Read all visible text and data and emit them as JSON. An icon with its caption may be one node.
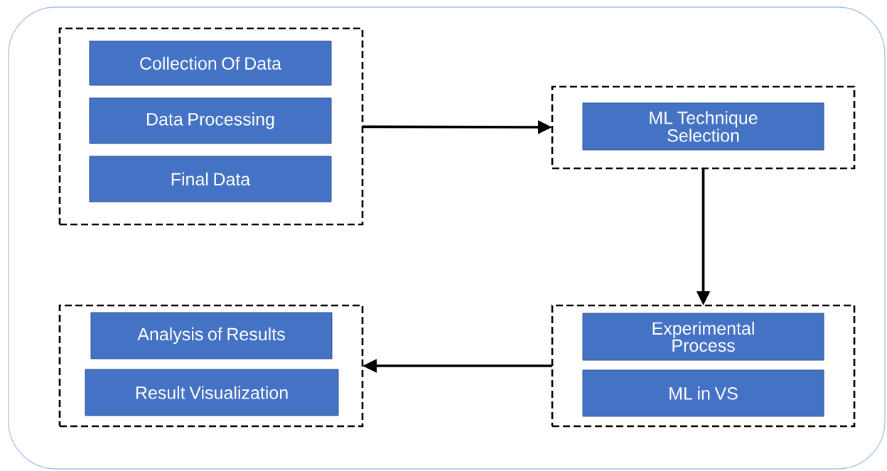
{
  "diagram": {
    "nodes": [
      {
        "text": [],
        "shape": "box"
      },
      {
        "text": [],
        "shape": "box",
        "in": 0
      },
      {
        "text": [
          "Collection Of Data"
        ],
        "in": 1
      },
      {
        "text": [
          "Data Processing"
        ],
        "in": 1
      },
      {
        "text": [
          "Final Data"
        ],
        "in": 1
      },
      {
        "text": [],
        "shape": "box",
        "in": 0
      },
      {
        "text": [
          "ML Technique Selection"
        ],
        "in": 5
      },
      {
        "text": [],
        "shape": "box",
        "in": 0
      },
      {
        "text": [
          "Experimental Process"
        ],
        "in": 7
      },
      {
        "text": [
          "ML in VS"
        ],
        "in": 7
      },
      {
        "text": [],
        "shape": "box",
        "in": 0
      },
      {
        "text": [
          "Analysis of Results"
        ],
        "in": 10
      },
      {
        "text": [
          "Result Visualization"
        ],
        "in": 10
      }
    ],
    "edges": [
      {
        "from": 1,
        "to": 5,
        "arrow": "to"
      },
      {
        "from": 5,
        "to": 7,
        "arrow": "to"
      },
      {
        "from": 7,
        "to": 10,
        "arrow": "to"
      }
    ]
  }
}
